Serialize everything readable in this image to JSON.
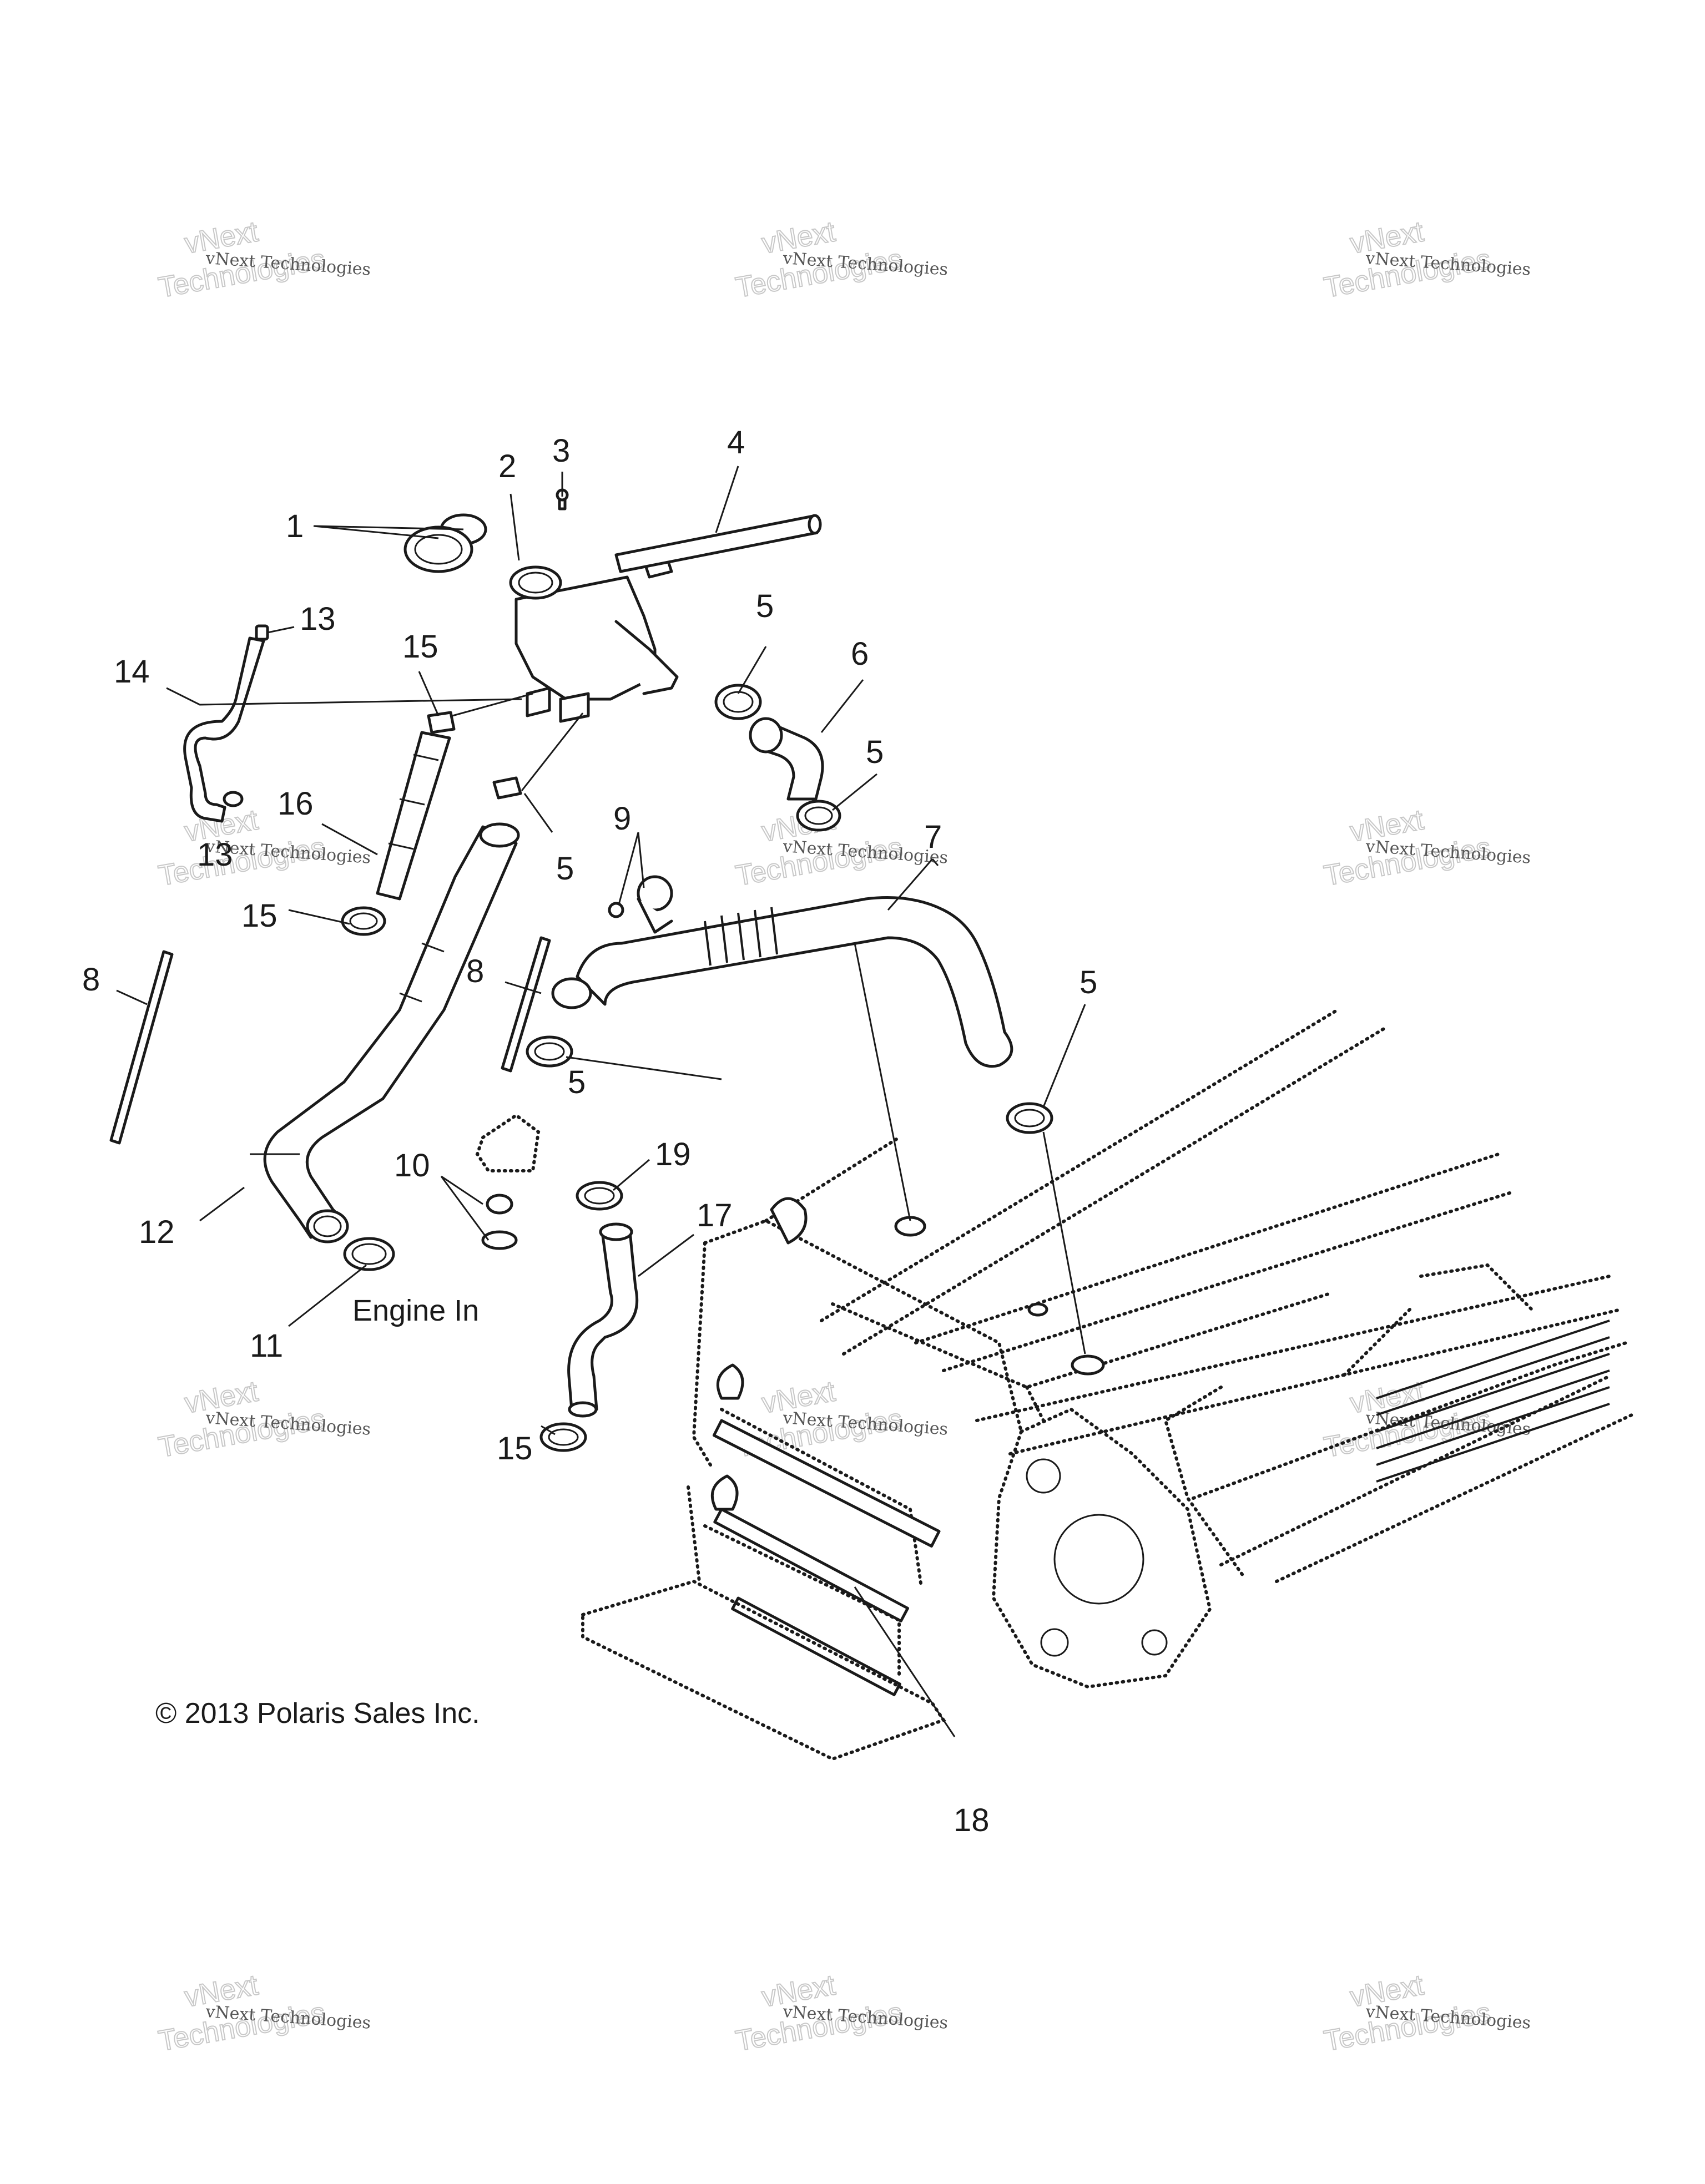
{
  "diagram": {
    "copyright": "© 2013 Polaris Sales Inc.",
    "note_engine_in": "Engine In",
    "watermark_line1": "vNext Technologies",
    "watermark_line2_a": "vNext",
    "watermark_line2_b": "Technologies"
  },
  "callouts": [
    {
      "id": "c1",
      "label": "1"
    },
    {
      "id": "c2",
      "label": "2"
    },
    {
      "id": "c3",
      "label": "3"
    },
    {
      "id": "c4",
      "label": "4"
    },
    {
      "id": "c5a",
      "label": "5"
    },
    {
      "id": "c6",
      "label": "6"
    },
    {
      "id": "c5b",
      "label": "5"
    },
    {
      "id": "c7",
      "label": "7"
    },
    {
      "id": "c13a",
      "label": "13"
    },
    {
      "id": "c14",
      "label": "14"
    },
    {
      "id": "c15a",
      "label": "15"
    },
    {
      "id": "c16",
      "label": "16"
    },
    {
      "id": "c13b",
      "label": "13"
    },
    {
      "id": "c15b",
      "label": "15"
    },
    {
      "id": "c5c",
      "label": "5"
    },
    {
      "id": "c9",
      "label": "9"
    },
    {
      "id": "c8a",
      "label": "8"
    },
    {
      "id": "c8b",
      "label": "8"
    },
    {
      "id": "c5d",
      "label": "5"
    },
    {
      "id": "c5e",
      "label": "5"
    },
    {
      "id": "c10",
      "label": "10"
    },
    {
      "id": "c19",
      "label": "19"
    },
    {
      "id": "c17",
      "label": "17"
    },
    {
      "id": "c12",
      "label": "12"
    },
    {
      "id": "c11",
      "label": "11"
    },
    {
      "id": "c15c",
      "label": "15"
    },
    {
      "id": "c18",
      "label": "18"
    }
  ]
}
